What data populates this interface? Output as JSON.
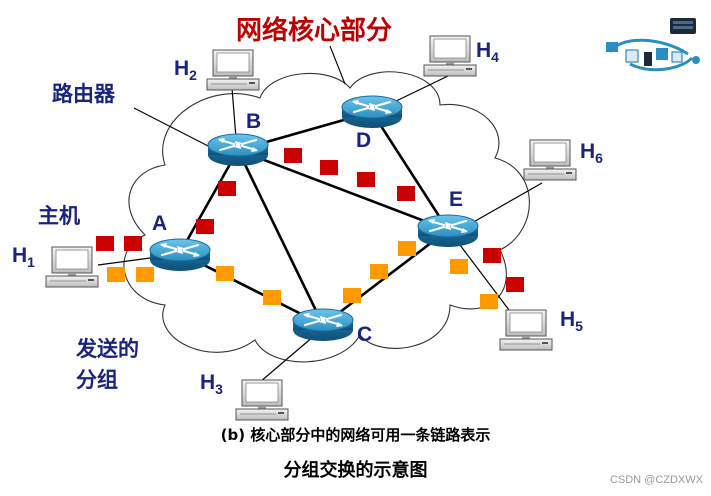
{
  "title": "网络核心部分",
  "labels": {
    "router": "路由器",
    "host": "主机",
    "sent_packets": [
      "发送的",
      "分组"
    ]
  },
  "nodes": {
    "A": "A",
    "B": "B",
    "C": "C",
    "D": "D",
    "E": "E"
  },
  "hosts": {
    "H1": {
      "name": "H",
      "sub": "1"
    },
    "H2": {
      "name": "H",
      "sub": "2"
    },
    "H3": {
      "name": "H",
      "sub": "3"
    },
    "H4": {
      "name": "H",
      "sub": "4"
    },
    "H5": {
      "name": "H",
      "sub": "5"
    },
    "H6": {
      "name": "H",
      "sub": "6"
    }
  },
  "caption_line1": "(b) 核心部分中的网络可用一条链路表示",
  "caption_line2": "分组交换的示意图",
  "watermark": "CSDN @CZDXWX",
  "colors": {
    "title": "#c00000",
    "label": "#1a237e",
    "packet_red": "#cc0000",
    "packet_orange": "#ff9900",
    "router": "#2a8fc0"
  },
  "icons": [
    "router-icon",
    "computer-icon",
    "cloud-outline",
    "network-logo-icon"
  ]
}
